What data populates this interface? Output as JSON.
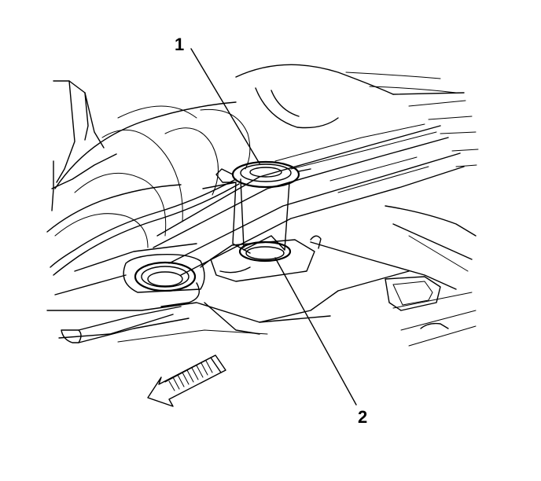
{
  "diagram": {
    "callouts": [
      {
        "id": "1",
        "label": "1"
      },
      {
        "id": "2",
        "label": "2"
      }
    ],
    "icons": {
      "direction_arrow": "front-direction-arrow-icon"
    },
    "colors": {
      "ink": "#000000",
      "paper": "#ffffff"
    }
  }
}
